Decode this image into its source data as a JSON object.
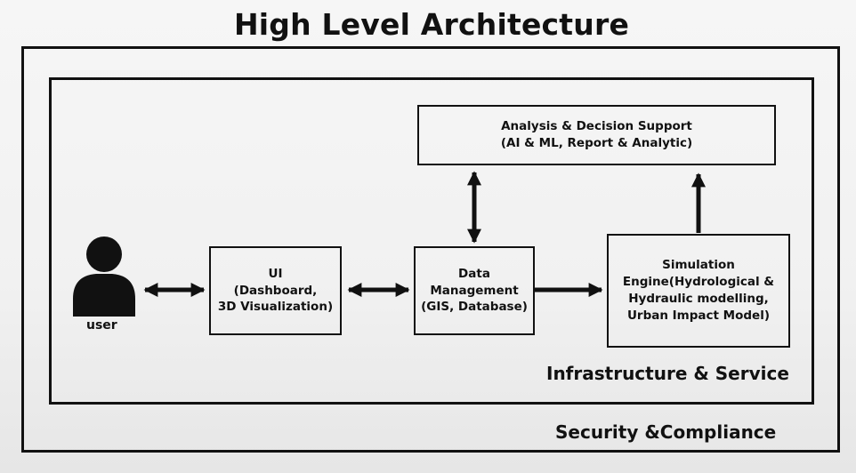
{
  "diagram": {
    "title": "High Level Architecture",
    "outer_label": "Security &Compliance",
    "inner_label": "Infrastructure & Service",
    "user_label": "user",
    "boxes": {
      "analysis": "Analysis & Decision Support\n(AI & ML, Report & Analytic)",
      "ui": "UI\n(Dashboard,\n3D Visualization)",
      "data": "Data\nManagement\n(GIS, Database)",
      "simulation": "Simulation\nEngine(Hydrological &\nHydraulic modelling,\nUrban Impact Model)"
    },
    "icons": {
      "user": "user-icon",
      "arrow_double": "double-arrow-icon",
      "arrow_single": "arrow-icon"
    },
    "colors": {
      "line": "#111111",
      "background": "#f4f4f4"
    }
  }
}
